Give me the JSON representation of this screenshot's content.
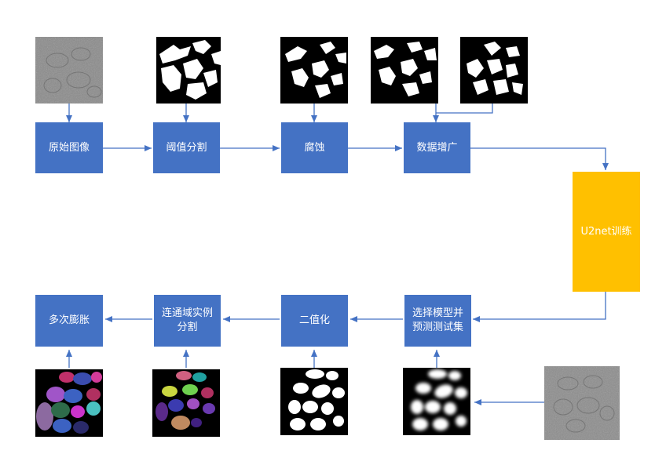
{
  "colors": {
    "box": "#4472C4",
    "train": "#FFC000",
    "arrow": "#4472C4"
  },
  "steps": {
    "original": "原始图像",
    "threshold": "阈值分割",
    "erosion": "腐蚀",
    "augment": "数据增广",
    "train": "U2net训练",
    "predict": "选择模型并\n预测测试集",
    "binarize": "二值化",
    "instance": "连通域实例\n分割",
    "dilate": "多次膨胀"
  }
}
